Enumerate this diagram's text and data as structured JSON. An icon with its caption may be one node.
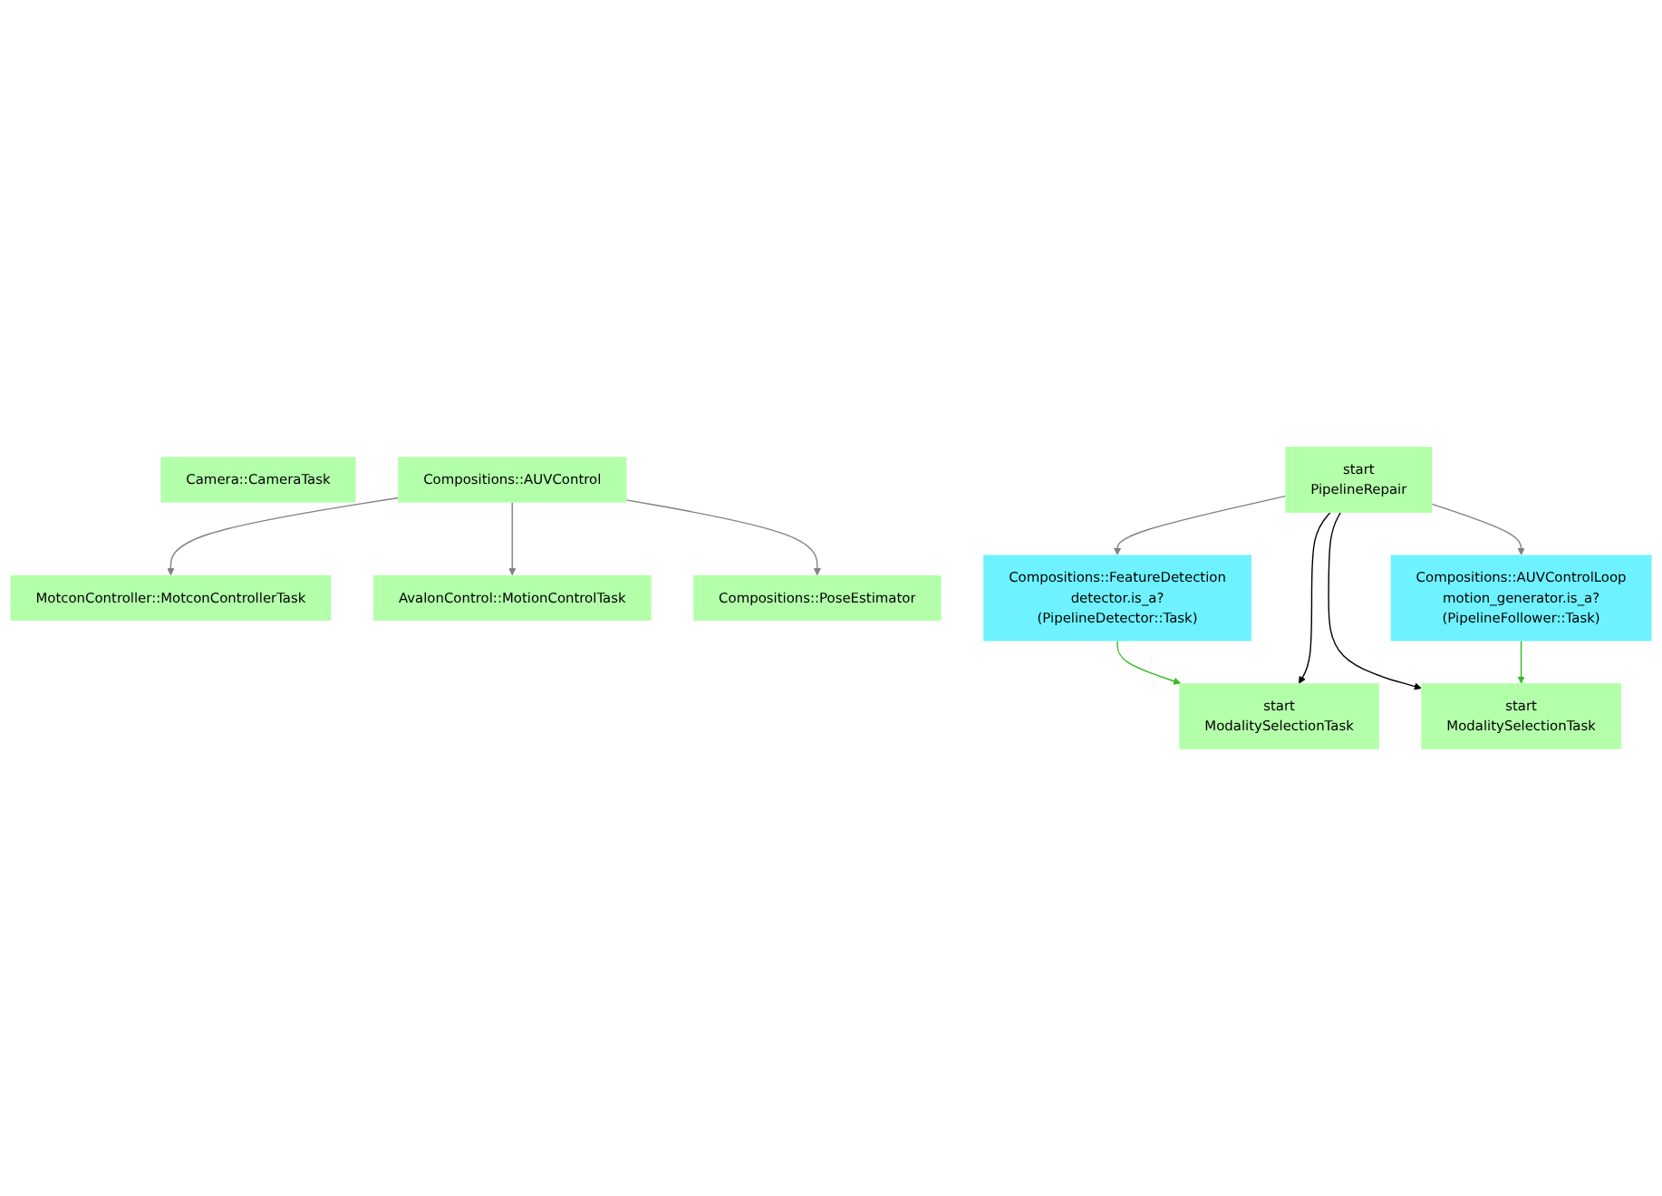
{
  "diagram": {
    "nodes": [
      {
        "text": [
          "Camera::CameraTask"
        ]
      },
      {
        "text": [
          "Compositions::AUVControl"
        ]
      },
      {
        "text": [
          "MotconController::MotconControllerTask"
        ]
      },
      {
        "text": [
          "AvalonControl::MotionControlTask"
        ]
      },
      {
        "text": [
          "Compositions::PoseEstimator"
        ]
      },
      {
        "text": [
          "start",
          "PipelineRepair"
        ]
      },
      {
        "text": [
          "Compositions::FeatureDetection",
          "detector.is_a?(PipelineDetector::Task)"
        ]
      },
      {
        "text": [
          "Compositions::AUVControlLoop",
          "motion_generator.is_a?(PipelineFollower::Task)"
        ]
      },
      {
        "text": [
          "start",
          "ModalitySelectionTask"
        ]
      },
      {
        "text": [
          "start",
          "ModalitySelectionTask"
        ]
      }
    ],
    "edges": [
      {
        "from": 1,
        "to": 2,
        "arrow": "to"
      },
      {
        "from": 1,
        "to": 3,
        "arrow": "to"
      },
      {
        "from": 1,
        "to": 4,
        "arrow": "to"
      },
      {
        "from": 5,
        "to": 6,
        "arrow": "to"
      },
      {
        "from": 5,
        "to": 7,
        "arrow": "to"
      },
      {
        "from": 6,
        "to": 8,
        "arrow": "to",
        "color": "#33bb22"
      },
      {
        "from": 5,
        "to": 8,
        "arrow": "to",
        "color": "#000000"
      },
      {
        "from": 5,
        "to": 9,
        "arrow": "to",
        "color": "#000000"
      },
      {
        "from": 7,
        "to": 9,
        "arrow": "to",
        "color": "#33bb22"
      }
    ]
  }
}
